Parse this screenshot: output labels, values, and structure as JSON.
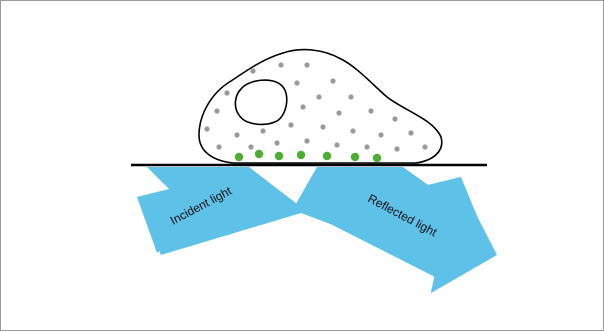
{
  "diagram": {
    "labels": {
      "incident": "Incident light",
      "reflected": "Reflected light"
    },
    "colors": {
      "arrow": "#5ec1e8",
      "surface_line": "#000000",
      "cell_outline": "#000000",
      "granule": "#9a9a9a",
      "contact_point": "#4caf33",
      "contact_zone": "#b7e3f5"
    },
    "elements": [
      "cell",
      "nucleus",
      "granules",
      "contact-points",
      "surface",
      "incident-light-arrow",
      "reflected-light-arrow"
    ]
  }
}
